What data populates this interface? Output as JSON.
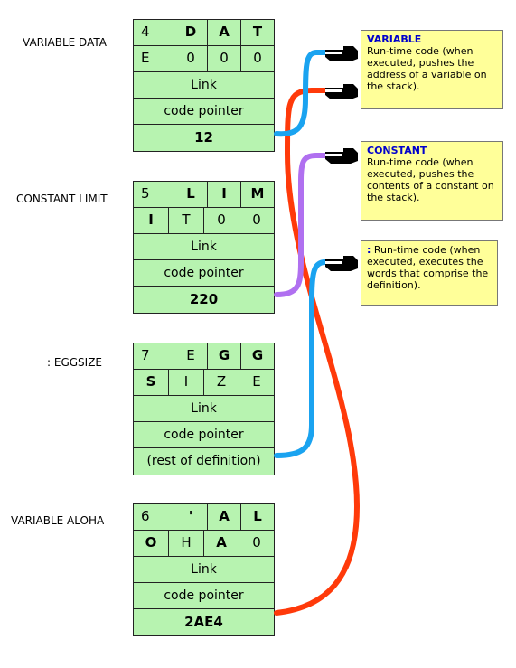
{
  "labels": {
    "variable_data": "VARIABLE  DATA",
    "constant_limit": "CONSTANT LIMIT",
    "eggsize": ": EGGSIZE",
    "variable_aloha": "VARIABLE  ALOHA"
  },
  "blocks": [
    {
      "name_cells": [
        "4",
        "D",
        "A",
        "T",
        "E",
        "0",
        "0",
        "0"
      ],
      "link": "Link",
      "code_pointer": "code pointer",
      "body": "12"
    },
    {
      "name_cells": [
        "5",
        "L",
        "I",
        "M",
        "I",
        "T",
        "0",
        "0"
      ],
      "link": "Link",
      "code_pointer": "code pointer",
      "body": "220"
    },
    {
      "name_cells": [
        "7",
        "E",
        "G",
        "G",
        "S",
        "I",
        "Z",
        "E"
      ],
      "link": "Link",
      "code_pointer": "code pointer",
      "body": "(rest of definition)"
    },
    {
      "name_cells": [
        "6",
        "'",
        "A",
        "L",
        "O",
        "H",
        "A",
        "0"
      ],
      "link": "Link",
      "code_pointer": "code pointer",
      "body": "2AE4"
    }
  ],
  "notes": {
    "variable": {
      "title": "VARIABLE",
      "text": "Run-time code (when executed, pushes the address of a variable on the stack)."
    },
    "constant": {
      "title": "CONSTANT",
      "text": "Run-time code (when executed, pushes the contents of a constant on the stack)."
    },
    "colon": {
      "title": ":",
      "text": "  Run-time code (when executed, executes the words that comprise the definition)."
    }
  },
  "colors": {
    "cell_fill": "#b7f3b0",
    "note_fill": "#ffff99",
    "wire_blue": "#1aa3f0",
    "wire_red": "#ff3a0a",
    "wire_purple": "#b070f0"
  },
  "icons": [
    "pointing-hand-icon"
  ]
}
